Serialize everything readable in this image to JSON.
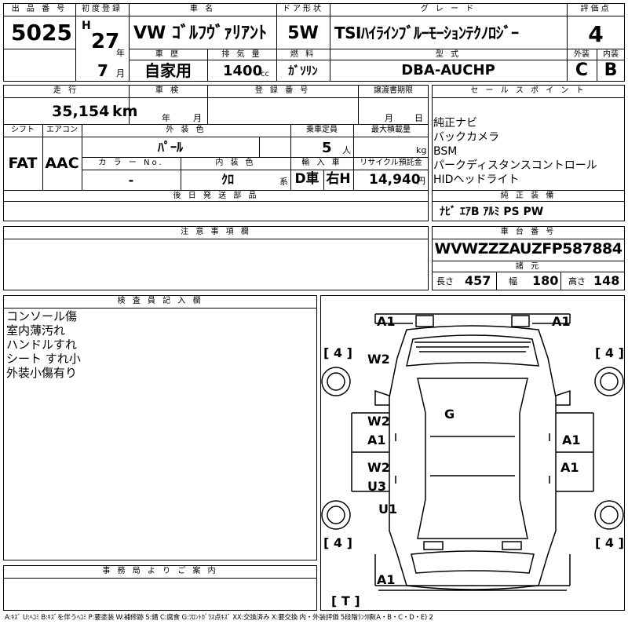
{
  "headers": {
    "lot_no": "出 品 番 号",
    "first_reg": "初度登録",
    "car_name": "車 名",
    "door": "ドア形状",
    "grade": "グ レ ー ド",
    "score": "評価点",
    "history": "車 歴",
    "displacement": "排 気 量",
    "fuel": "燃 料",
    "model": "型 式",
    "exterior": "外装",
    "interior": "内装",
    "mileage": "走 行",
    "inspection": "車 検",
    "plate": "登 録 番 号",
    "transfer": "譲渡書期限",
    "sales_points": "セ ー ル ス ポ イ ン ト",
    "shift": "シフト",
    "ac": "エアコン",
    "ext_color": "外 装 色",
    "capacity": "乗車定員",
    "max_load": "最大積載量",
    "color_no": "カ ラ ー No.",
    "int_color": "内 装 色",
    "import": "輸 入 車",
    "recycle": "リサイクル預託金",
    "later_parts": "後 日 発 送 部 品",
    "genuine": "純 正 装 備",
    "notes": "注 意 事 項 欄",
    "chassis": "車 台 番 号",
    "specs": "諸 元",
    "inspector": "検 査 員 記 入 欄",
    "office": "事 務 局 よ り ご 案 内"
  },
  "vehicle": {
    "lot_no": "5025",
    "era": "H",
    "year": "27",
    "year_unit": "年",
    "month": "7",
    "month_unit": "月",
    "name": "VW ｺﾞﾙﾌｳﾞｧﾘｱﾝﾄ",
    "door": "5W",
    "grade": "TSIﾊｲﾗｲﾝﾌﾞﾙｰﾓｰｼｮﾝﾃｸﾉﾛｼﾞｰ",
    "score": "4",
    "history": "自家用",
    "displacement": "1400",
    "cc": "cc",
    "fuel": "ｶﾞｿﾘﾝ",
    "model": "DBA-AUCHP",
    "ext_grade": "C",
    "int_grade": "B",
    "mileage": "35,154",
    "km": "km",
    "insp_year": "年",
    "insp_month": "月",
    "transfer_month": "月",
    "transfer_day": "日",
    "shift": "FAT",
    "ac": "AAC",
    "ext_color": "ﾊﾟｰﾙ",
    "capacity": "5",
    "capacity_unit": "人",
    "max_load_unit": "kg",
    "color_no": "-",
    "int_color": "ｸﾛ",
    "int_color_unit": "系",
    "import": "D車",
    "steering": "右H",
    "recycle": "14,940",
    "recycle_unit": "円",
    "chassis": "WVWZZZAUZFP587884",
    "length_label": "長さ",
    "length": "457",
    "width_label": "幅",
    "width": "180",
    "height_label": "高さ",
    "height": "148"
  },
  "sales_points": [
    "純正ナビ",
    "バックカメラ",
    "BSM",
    "パークディスタンスコントロール",
    "HIDヘッドライト"
  ],
  "genuine_equipment": "ﾅﾋﾞ ｴｱB ｱﾙﾐ PS PW",
  "inspector_notes": [
    "コンソール傷",
    "室内薄汚れ",
    "ハンドルすれ",
    "シート すれ小",
    "外装小傷有り"
  ],
  "diagram": {
    "marks": {
      "front_left": "A1",
      "front_right": "A1",
      "tire_fl": "[ 4 ]",
      "tire_fr": "[ 4 ]",
      "tire_rl": "[ 4 ]",
      "tire_rr": "[ 4 ]",
      "fender_fl": "W2",
      "door_fl_1": "W2",
      "door_fl_2": "A1",
      "door_rl_1": "W2",
      "door_rl_2": "U3",
      "rear_fender_l": "U1",
      "door_fr": "A1",
      "door_rr": "A1",
      "roof": "G",
      "rear": "A1",
      "trunk": "[ T ]"
    }
  },
  "legend": "A:ｷｽﾞ U:ﾍｺﾐ B:ｷｽﾞを伴うﾍｺﾐ P:要塗装 W:補修跡 S:錆 C:腐食 G:ﾌﾛﾝﾄｶﾞﾗｽ点ｷｽﾞ XX:交換済み X:要交換 内・外装評価 5段階ﾗﾝｸ順(A・B・C・D・E) 2"
}
